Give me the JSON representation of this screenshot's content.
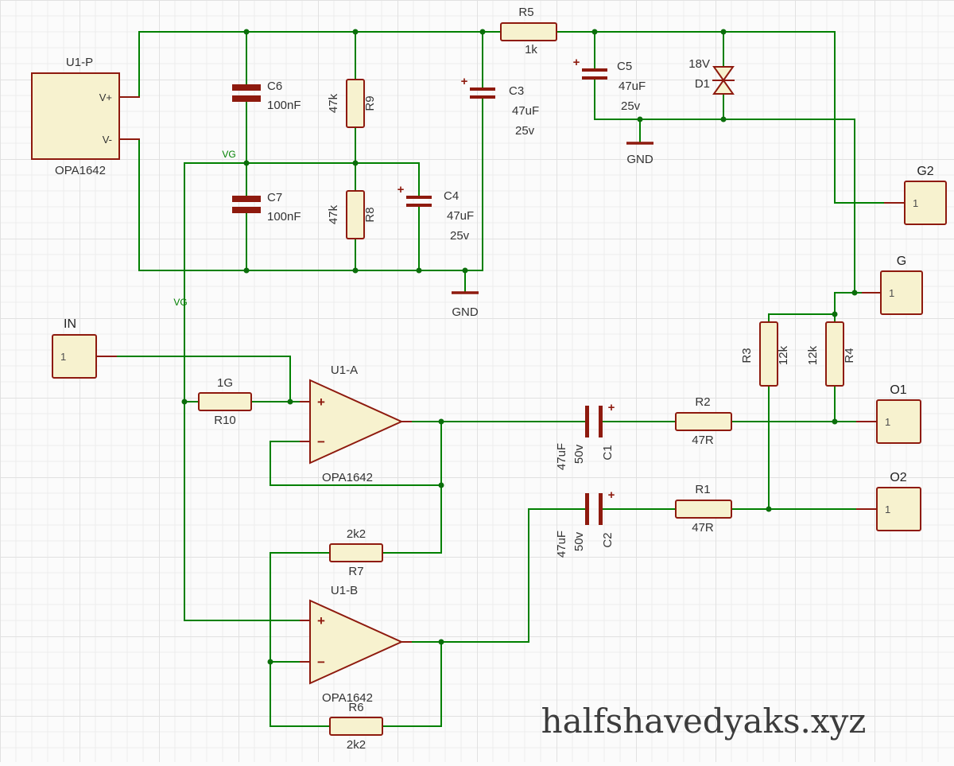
{
  "colors": {
    "background": "#fbfbfb",
    "grid_minor": "#ececec",
    "grid_major": "#e1e1e1",
    "wire": "#008000",
    "junction": "#0b6e0b",
    "component": "#8e1a0e",
    "component_fill": "#f7f2cf",
    "label_text": "#333333",
    "pin_number_text": "#4d4d4d",
    "port_label_text": "#222222",
    "net_label": "#008000",
    "watermark": "#3c3c3c"
  },
  "watermark": "halfshavedyaks.xyz",
  "net_labels": {
    "vg_top": "VG",
    "vg_left": "VG"
  },
  "grounds": {
    "gnd_supply": "GND",
    "gnd_caps": "GND"
  },
  "ports": {
    "in": {
      "label": "IN",
      "pin": "1"
    },
    "g2": {
      "label": "G2",
      "pin": "1"
    },
    "g": {
      "label": "G",
      "pin": "1"
    },
    "o1": {
      "label": "O1",
      "pin": "1"
    },
    "o2": {
      "label": "O2",
      "pin": "1"
    }
  },
  "components": {
    "u1p": {
      "ref": "U1-P",
      "part": "OPA1642",
      "pin_plus": "V+",
      "pin_minus": "V-"
    },
    "u1a": {
      "ref": "U1-A",
      "part": "OPA1642",
      "in_plus": "+",
      "in_minus": "−"
    },
    "u1b": {
      "ref": "U1-B",
      "part": "OPA1642",
      "in_plus": "+",
      "in_minus": "−"
    },
    "c1": {
      "ref": "C1",
      "value": "47uF",
      "voltage": "50v",
      "polarity": "+"
    },
    "c2": {
      "ref": "C2",
      "value": "47uF",
      "voltage": "50v",
      "polarity": "+"
    },
    "c3": {
      "ref": "C3",
      "value": "47uF",
      "voltage": "25v",
      "polarity": "+"
    },
    "c4": {
      "ref": "C4",
      "value": "47uF",
      "voltage": "25v",
      "polarity": "+"
    },
    "c5": {
      "ref": "C5",
      "value": "47uF",
      "voltage": "25v",
      "polarity": "+"
    },
    "c6": {
      "ref": "C6",
      "value": "100nF"
    },
    "c7": {
      "ref": "C7",
      "value": "100nF"
    },
    "r1": {
      "ref": "R1",
      "value": "47R"
    },
    "r2": {
      "ref": "R2",
      "value": "47R"
    },
    "r3": {
      "ref": "R3",
      "value": "12k"
    },
    "r4": {
      "ref": "R4",
      "value": "12k"
    },
    "r5": {
      "ref": "R5",
      "value": "1k"
    },
    "r6": {
      "ref": "R6",
      "value": "2k2"
    },
    "r7": {
      "ref": "R7",
      "value": "2k2"
    },
    "r8": {
      "ref": "R8",
      "value": "47k"
    },
    "r9": {
      "ref": "R9",
      "value": "47k"
    },
    "r10": {
      "ref": "R10",
      "value": "1G"
    },
    "d1": {
      "ref": "D1",
      "value": "18V"
    }
  }
}
